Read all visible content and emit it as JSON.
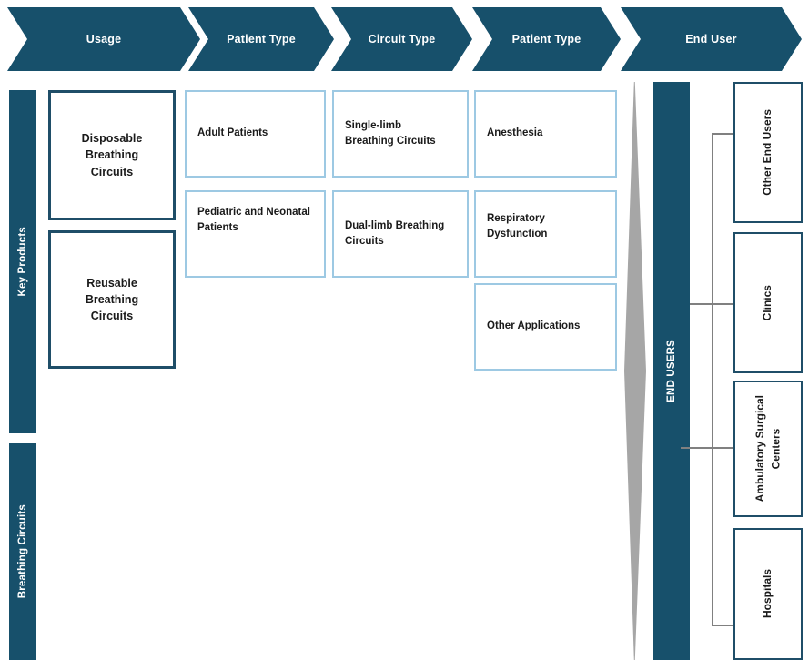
{
  "header": {
    "chevrons": [
      {
        "label": "Usage"
      },
      {
        "label": "Patient Type"
      },
      {
        "label": "Circuit Type"
      },
      {
        "label": "Patient Type"
      },
      {
        "label": "End User"
      }
    ]
  },
  "sidebar": {
    "bars": [
      {
        "label": "Key Products"
      },
      {
        "label": "Breathing Circuits"
      }
    ]
  },
  "usage_column": {
    "items": [
      {
        "label": "Disposable\nBreathing\nCircuits"
      },
      {
        "label": "Reusable\nBreathing\nCircuits"
      }
    ]
  },
  "patient_type_column": {
    "items": [
      {
        "label": "Adult Patients"
      },
      {
        "label": "Pediatric and Neonatal Patients"
      }
    ]
  },
  "circuit_type_column": {
    "items": [
      {
        "label": "Single-limb\nBreathing Circuits"
      },
      {
        "label": "Dual-limb Breathing\nCircuits"
      }
    ]
  },
  "application_column": {
    "items": [
      {
        "label": "Anesthesia"
      },
      {
        "label": "Respiratory\nDysfunction"
      },
      {
        "label": "Other Applications"
      }
    ]
  },
  "end_users": {
    "bar_label": "END USERS",
    "items": [
      {
        "label": "Other End Users"
      },
      {
        "label": "Clinics"
      },
      {
        "label": "Ambulatory Surgical\nCenters"
      },
      {
        "label": "Hospitals"
      }
    ]
  },
  "colors": {
    "navy": "#17506b",
    "box_border_dark": "#1f4e68",
    "box_border_light": "#9dc9e3",
    "funnel_gray": "#a6a6a6",
    "connector_gray": "#808080",
    "text_dark": "#1a1a1a",
    "white": "#ffffff"
  }
}
